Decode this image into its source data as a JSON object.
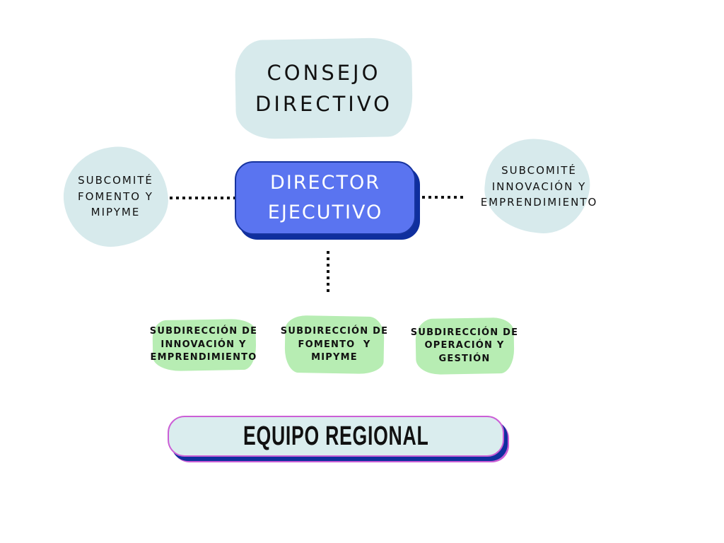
{
  "colors": {
    "teal_blob": "#d7eaec",
    "green_blob": "#b7edb3",
    "director_fill": "#5a74f0",
    "navy": "#16339e",
    "navy_shadow": "#0f2f9e",
    "magenta": "#cb5fd6",
    "equipo_fill": "#daedee",
    "connector": "#111111",
    "text": "#111111",
    "director_text": "#ffffff",
    "background": "#ffffff"
  },
  "nodes": {
    "consejo_directivo": {
      "lines": [
        "CONSEJO",
        "DIRECTIVO"
      ]
    },
    "director_ejecutivo": {
      "lines": [
        "DIRECTOR",
        "EJECUTIVO"
      ]
    },
    "subcomite_fomento": {
      "lines": [
        "SUBCOMITÉ",
        "FOMENTO Y",
        "MIPYME"
      ]
    },
    "subcomite_innovacion": {
      "lines": [
        "SUBCOMITÉ",
        "INNOVACIÓN Y",
        "EMPRENDIMIENTO"
      ]
    },
    "subdireccion_innovacion": {
      "lines": [
        "SUBDIRECCIÓN DE",
        "INNOVACIÓN Y",
        "EMPRENDIMIENTO"
      ]
    },
    "subdireccion_fomento": {
      "lines": [
        "SUBDIRECCIÓN DE",
        "FOMENTO  Y",
        "MIPYME"
      ]
    },
    "subdireccion_operacion": {
      "lines": [
        "SUBDIRECCIÓN DE",
        "OPERACIÓN Y",
        "GESTIÓN"
      ]
    },
    "equipo_regional": {
      "label": "EQUIPO REGIONAL"
    }
  }
}
